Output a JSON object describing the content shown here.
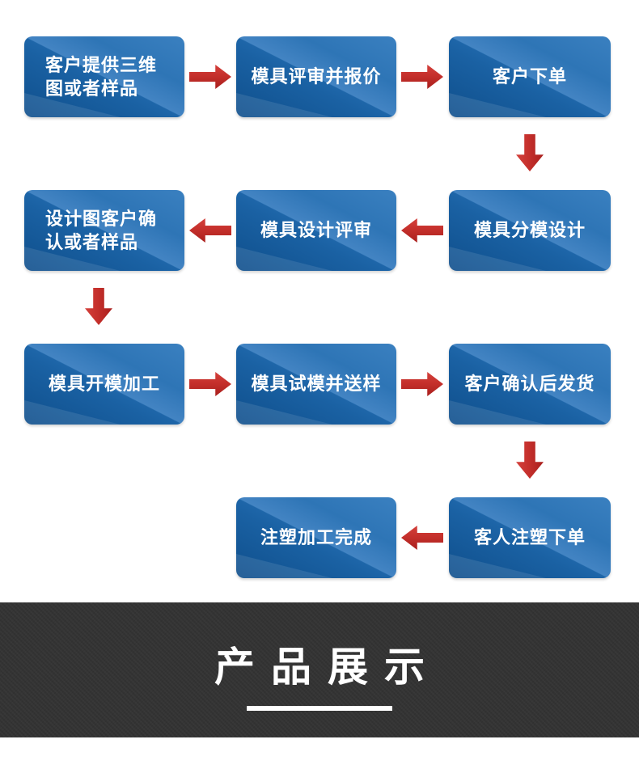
{
  "flow": {
    "boxes": [
      {
        "label": "客户提供三维图或者样品"
      },
      {
        "label": "模具评审并报价"
      },
      {
        "label": "客户下单"
      },
      {
        "label": "模具分模设计"
      },
      {
        "label": "模具设计评审"
      },
      {
        "label": "设计图客户确认或者样品"
      },
      {
        "label": "模具开模加工"
      },
      {
        "label": "模具试模并送样"
      },
      {
        "label": "客户确认后发货"
      },
      {
        "label": "客人注塑下单"
      },
      {
        "label": "注塑加工完成"
      }
    ],
    "arrows": [
      {
        "icon": "arrow-right-icon"
      },
      {
        "icon": "arrow-right-icon"
      },
      {
        "icon": "arrow-down-icon"
      },
      {
        "icon": "arrow-left-icon"
      },
      {
        "icon": "arrow-left-icon"
      },
      {
        "icon": "arrow-down-icon"
      },
      {
        "icon": "arrow-right-icon"
      },
      {
        "icon": "arrow-right-icon"
      },
      {
        "icon": "arrow-down-icon"
      },
      {
        "icon": "arrow-left-icon"
      }
    ]
  },
  "banner": {
    "title": "产品展示"
  },
  "colors": {
    "box_blue_light": "#4384c3",
    "box_blue": "#1e66a9",
    "box_blue_dark": "#0f4f8c",
    "arrow_red": "#c5302c",
    "banner_bg": "#333333",
    "text_white": "#ffffff"
  }
}
